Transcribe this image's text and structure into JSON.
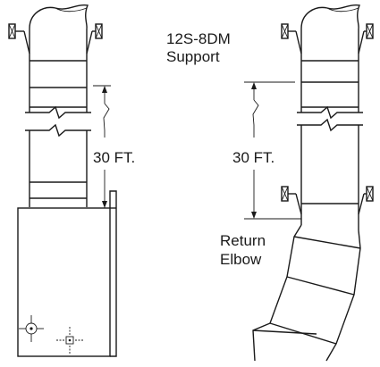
{
  "labels": {
    "support": [
      "12S-8DM",
      "Support"
    ],
    "left_dimension": "30 FT.",
    "right_dimension": "30 FT.",
    "elbow": [
      "Return",
      "Elbow"
    ]
  },
  "colors": {
    "line": "#1a1a1a",
    "background": "#ffffff"
  }
}
